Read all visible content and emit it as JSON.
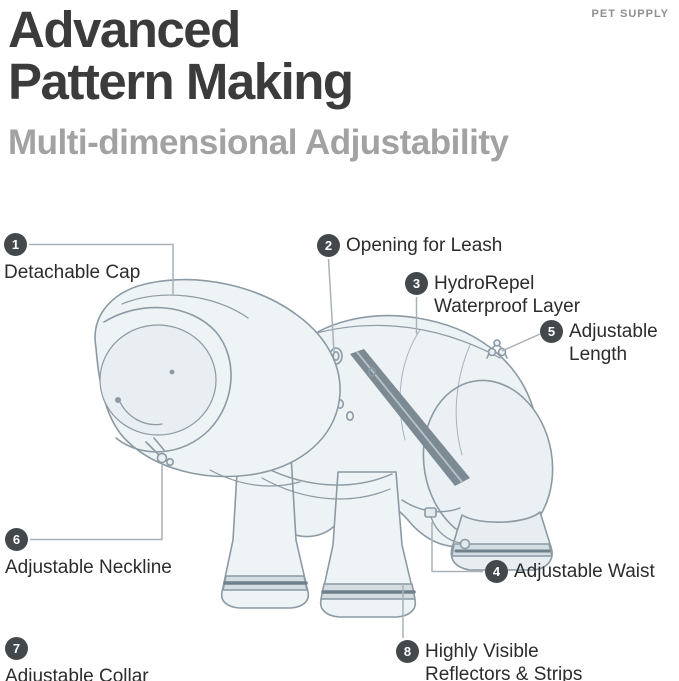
{
  "brand": "PET SUPPLY",
  "title": {
    "line1": "Advanced",
    "line2": "Pattern Making"
  },
  "subtitle": "Multi-dimensional Adjustability",
  "callouts": [
    {
      "number": "1",
      "label": "Detachable Cap"
    },
    {
      "number": "2",
      "label": "Opening for Leash"
    },
    {
      "number": "3",
      "label": "HydroRepel\nWaterproof Layer"
    },
    {
      "number": "4",
      "label": "Adjustable Waist"
    },
    {
      "number": "5",
      "label": "Adjustable\nLength"
    },
    {
      "number": "6",
      "label": "Adjustable Neckline"
    },
    {
      "number": "7",
      "label": "Adjustable Collar"
    },
    {
      "number": "8",
      "label": "Highly Visible\nReflectors & Strips"
    }
  ],
  "colors": {
    "title": "#3b3b3b",
    "subtitle": "#a2a2a2",
    "badge_bg": "#42484b",
    "badge_text": "#ffffff",
    "illustration_stroke": "#8b9aa4",
    "illustration_fill": "#eef3f5",
    "reflector_strip": "#7b8a93",
    "connector_line": "#a9b2b8"
  }
}
